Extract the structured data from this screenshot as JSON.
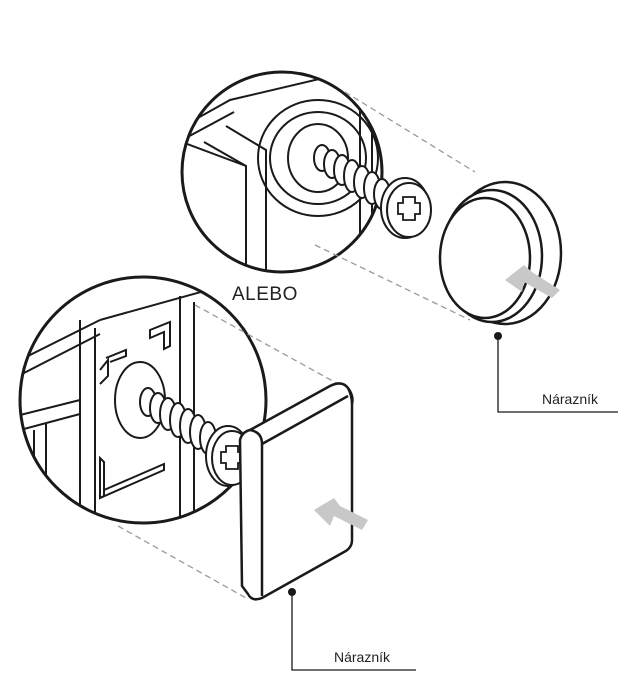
{
  "diagram": {
    "or_text": "ALEBO",
    "bumper_round_label": "Nárazník",
    "bumper_square_label": "Nárazník"
  },
  "colors": {
    "stroke": "#1a1a1a",
    "dash": "#9a9a9a",
    "arrow": "#c8c8c8",
    "background": "#ffffff"
  }
}
